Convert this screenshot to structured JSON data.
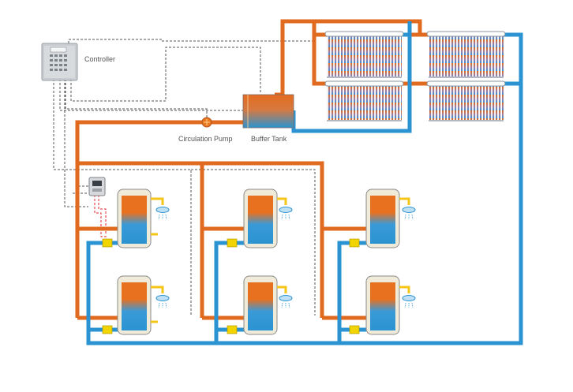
{
  "labels": {
    "controller": "Controller",
    "circulation_pump": "Circulation Pump",
    "buffer_tank": "Buffer Tank"
  },
  "colors": {
    "hot_pipe": "#e06a1e",
    "cold_pipe": "#2b93d1",
    "control_wire": "#555555",
    "sensor_wire": "#e3262b",
    "valve": "#f2d400",
    "tank_shell": "#f0ead8",
    "tank_outline": "#8a8a8a",
    "panel_frame": "#9aa4ad",
    "controller_body": "#c9ccd0"
  },
  "components": {
    "collectors": {
      "count": 4
    },
    "storage_tanks": {
      "count": 6
    },
    "showers": {
      "count": 6
    }
  }
}
